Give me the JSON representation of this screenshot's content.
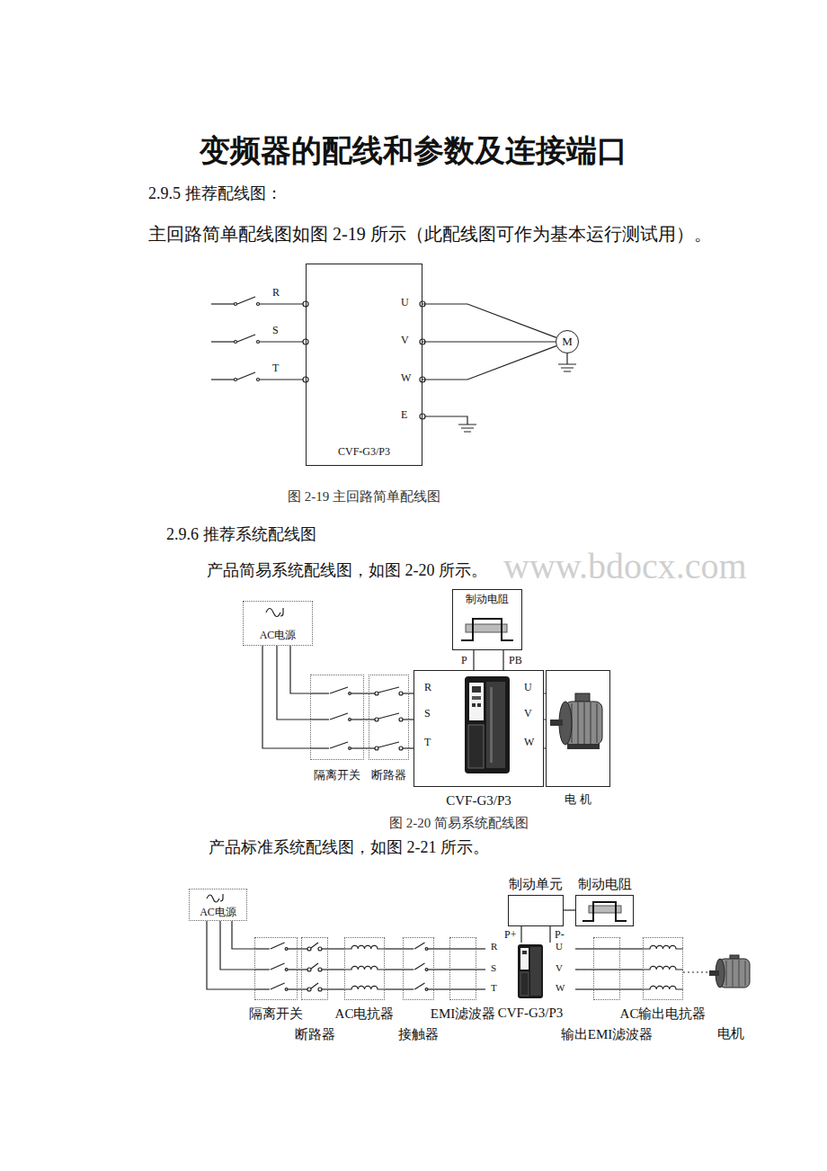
{
  "diagram": {
    "title": "变频器的配线和参数及连接端口",
    "nodes": [
      {
        "text": [
          "CVF-G3/P3"
        ]
      },
      {
        "text": [
          "M"
        ]
      },
      {
        "text": [
          "AC电源"
        ]
      },
      {
        "text": [
          "制动电阻"
        ]
      },
      {
        "text": [
          "隔离开关"
        ]
      },
      {
        "text": [
          "断路器"
        ]
      },
      {
        "text": [
          "CVF-G3/P3"
        ]
      },
      {
        "text": [
          "电 机"
        ]
      },
      {
        "text": [
          "AC电源"
        ]
      },
      {
        "text": [
          "制动单元"
        ]
      },
      {
        "text": [
          "制动电阻"
        ]
      },
      {
        "text": [
          "隔离开关"
        ]
      },
      {
        "text": [
          "断路器"
        ]
      },
      {
        "text": [
          "AC电抗器"
        ]
      },
      {
        "text": [
          "接触器"
        ]
      },
      {
        "text": [
          "EMI滤波器"
        ]
      },
      {
        "text": [
          "CVF-G3/P3"
        ]
      },
      {
        "text": [
          "输出EMI滤波器"
        ]
      },
      {
        "text": [
          "AC输出电抗器"
        ]
      },
      {
        "text": [
          "电机"
        ]
      }
    ],
    "edges": [
      {
        "from": 0,
        "to": 1,
        "arrow": "none"
      },
      {
        "from": 0,
        "to": 1,
        "arrow": "none"
      },
      {
        "from": 0,
        "to": 1,
        "arrow": "none"
      },
      {
        "from": 2,
        "to": 4,
        "arrow": "none"
      },
      {
        "from": 2,
        "to": 4,
        "arrow": "none"
      },
      {
        "from": 2,
        "to": 4,
        "arrow": "none"
      },
      {
        "from": 4,
        "to": 5,
        "arrow": "none"
      },
      {
        "from": 4,
        "to": 5,
        "arrow": "none"
      },
      {
        "from": 4,
        "to": 5,
        "arrow": "none"
      },
      {
        "from": 5,
        "to": 6,
        "arrow": "none"
      },
      {
        "from": 5,
        "to": 6,
        "arrow": "none"
      },
      {
        "from": 5,
        "to": 6,
        "arrow": "none"
      },
      {
        "from": 6,
        "to": 7,
        "arrow": "none"
      },
      {
        "from": 6,
        "to": 7,
        "arrow": "none"
      },
      {
        "from": 6,
        "to": 7,
        "arrow": "none"
      },
      {
        "from": 6,
        "to": 3,
        "arrow": "none",
        "label": "P"
      },
      {
        "from": 6,
        "to": 3,
        "arrow": "none",
        "label": "PB"
      },
      {
        "from": 8,
        "to": 11,
        "arrow": "none"
      },
      {
        "from": 8,
        "to": 11,
        "arrow": "none"
      },
      {
        "from": 8,
        "to": 11,
        "arrow": "none"
      },
      {
        "from": 11,
        "to": 12,
        "arrow": "none"
      },
      {
        "from": 11,
        "to": 12,
        "arrow": "none"
      },
      {
        "from": 11,
        "to": 12,
        "arrow": "none"
      },
      {
        "from": 12,
        "to": 13,
        "arrow": "none"
      },
      {
        "from": 12,
        "to": 13,
        "arrow": "none"
      },
      {
        "from": 12,
        "to": 13,
        "arrow": "none"
      },
      {
        "from": 13,
        "to": 14,
        "arrow": "none"
      },
      {
        "from": 13,
        "to": 14,
        "arrow": "none"
      },
      {
        "from": 13,
        "to": 14,
        "arrow": "none"
      },
      {
        "from": 14,
        "to": 15,
        "arrow": "none"
      },
      {
        "from": 14,
        "to": 15,
        "arrow": "none"
      },
      {
        "from": 14,
        "to": 15,
        "arrow": "none"
      },
      {
        "from": 15,
        "to": 16,
        "arrow": "none"
      },
      {
        "from": 15,
        "to": 16,
        "arrow": "none"
      },
      {
        "from": 15,
        "to": 16,
        "arrow": "none"
      },
      {
        "from": 16,
        "to": 17,
        "arrow": "none"
      },
      {
        "from": 16,
        "to": 17,
        "arrow": "none"
      },
      {
        "from": 16,
        "to": 17,
        "arrow": "none"
      },
      {
        "from": 17,
        "to": 18,
        "arrow": "none"
      },
      {
        "from": 17,
        "to": 18,
        "arrow": "none"
      },
      {
        "from": 17,
        "to": 18,
        "arrow": "none"
      },
      {
        "from": 18,
        "to": 19,
        "arrow": "none"
      },
      {
        "from": 16,
        "to": 9,
        "arrow": "none",
        "label": "P+"
      },
      {
        "from": 16,
        "to": 9,
        "arrow": "none",
        "label": "P-"
      },
      {
        "from": 9,
        "to": 10,
        "arrow": "none"
      }
    ],
    "labels": [
      "2.9.5 推荐配线图：",
      "主回路简单配线图如图 2-19 所示（此配线图可作为基本运行测试用）。",
      "R",
      "S",
      "T",
      "U",
      "V",
      "W",
      "E",
      "图 2-19 主回路简单配线图",
      "2.9.6 推荐系统配线图",
      "产品简易系统配线图，如图 2-20 所示。",
      "www.bdocx.com",
      "R",
      "S",
      "T",
      "U",
      "V",
      "W",
      "图 2-20 简易系统配线图",
      "产品标准系统配线图，如图 2-21 所示。",
      "R",
      "S",
      "T",
      "U",
      "V",
      "W"
    ]
  }
}
